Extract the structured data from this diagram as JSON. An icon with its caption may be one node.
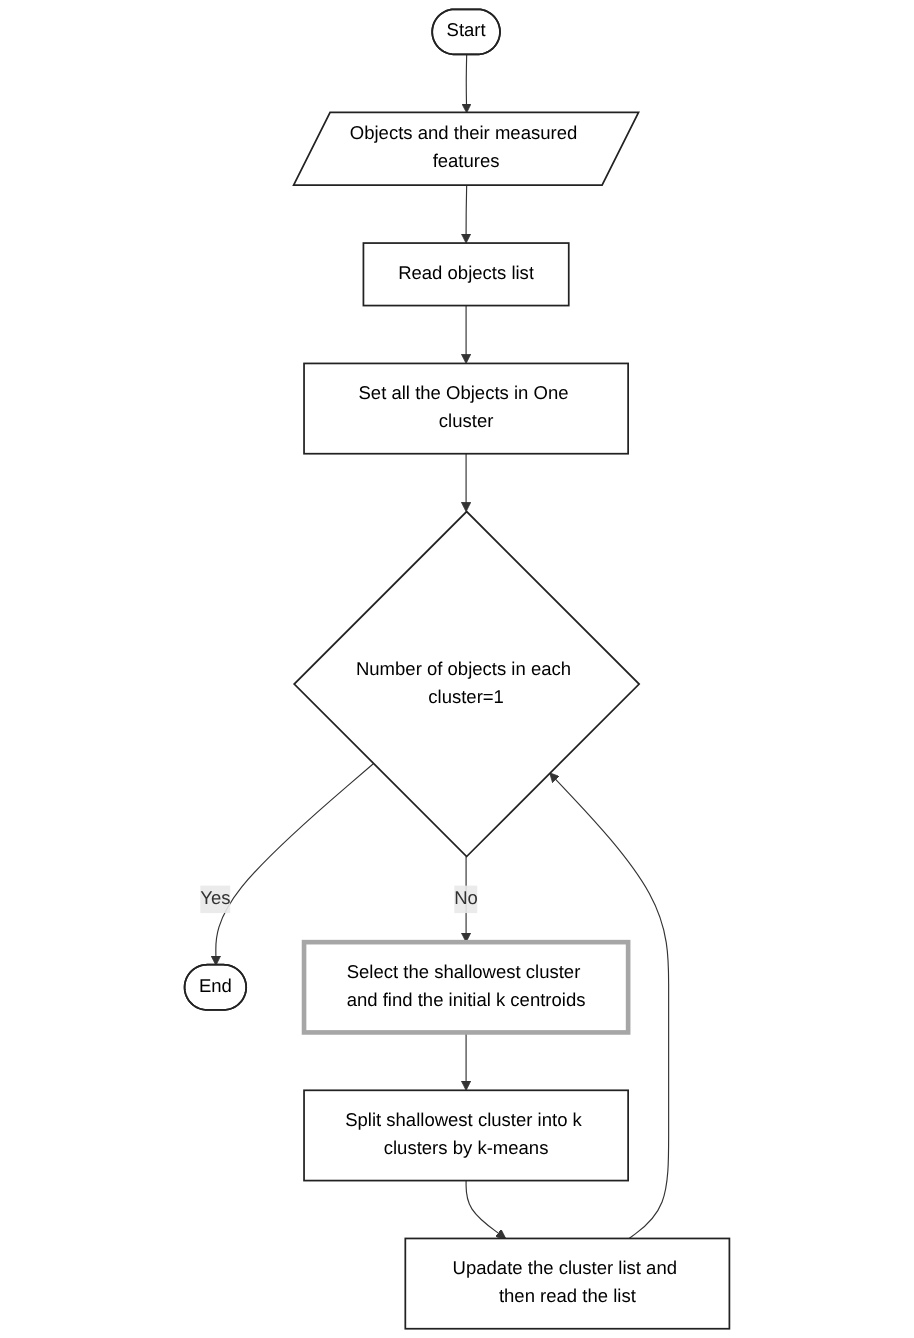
{
  "diagram": {
    "nodes": [
      {
        "text": [
          "Start"
        ]
      },
      {
        "text": [
          "Objects and their measured features"
        ]
      },
      {
        "text": [
          "Read objects list"
        ]
      },
      {
        "text": [
          "Set all the Objects in One cluster"
        ]
      },
      {
        "text": [
          "Number of objects in each cluster=1"
        ]
      },
      {
        "text": [
          "End"
        ]
      },
      {
        "text": [
          "Select the shallowest cluster and find the initial k centroids"
        ]
      },
      {
        "text": [
          "Split shallowest cluster into k clusters by k-means"
        ]
      },
      {
        "text": [
          "Upadate the cluster list and then read the list"
        ]
      }
    ],
    "edges": [
      {
        "from": 0,
        "to": 1,
        "arrow": "to"
      },
      {
        "from": 1,
        "to": 2,
        "arrow": "to"
      },
      {
        "from": 2,
        "to": 3,
        "arrow": "to"
      },
      {
        "from": 3,
        "to": 4,
        "arrow": "to"
      },
      {
        "from": 4,
        "to": 5,
        "arrow": "to",
        "label": "Yes"
      },
      {
        "from": 4,
        "to": 6,
        "arrow": "to",
        "label": "No"
      },
      {
        "from": 6,
        "to": 7,
        "arrow": "to"
      },
      {
        "from": 7,
        "to": 8,
        "arrow": "to"
      },
      {
        "from": 8,
        "to": 4,
        "arrow": "to"
      }
    ]
  }
}
